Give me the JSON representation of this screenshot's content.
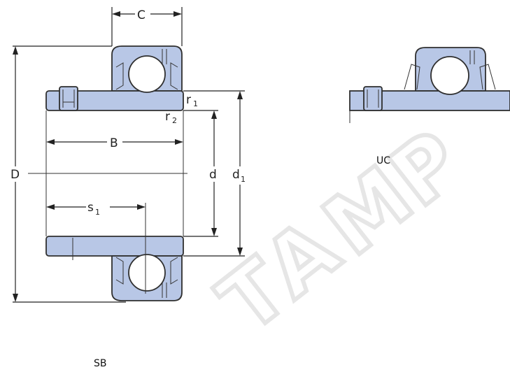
{
  "labels": {
    "C": "C",
    "B": "B",
    "D": "D",
    "d": "d",
    "d1": "d",
    "d1_sub": "1",
    "s1": "s",
    "s1_sub": "1",
    "r1": "r",
    "r1_sub": "1",
    "r2": "r",
    "r2_sub": "2"
  },
  "variants": {
    "uc": "UC",
    "sb": "SB"
  },
  "watermark": {
    "letters": [
      "T",
      "A",
      "M",
      "P"
    ]
  },
  "colors": {
    "part_fill": "#b8c7e6",
    "outline": "#2f2f2f"
  }
}
